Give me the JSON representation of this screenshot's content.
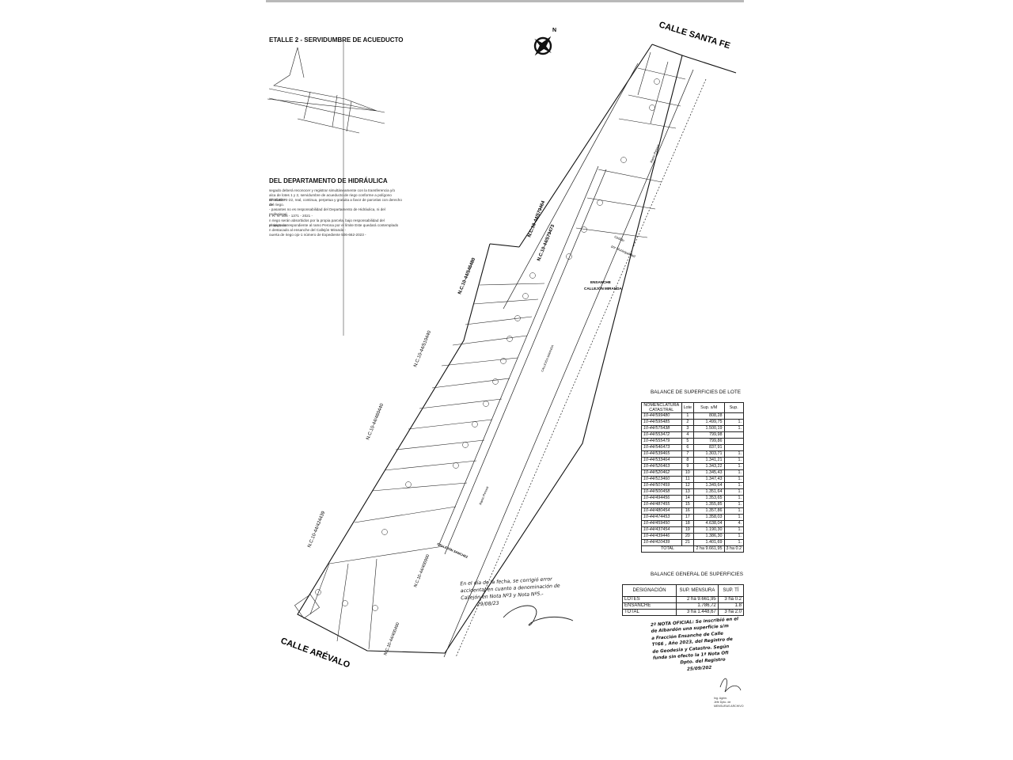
{
  "detail": {
    "title": "ETALLE 2 - SERVIDUMBRE DE ACUEDUCTO"
  },
  "hydraulics": {
    "title": "DEL DEPARTAMENTO DE HIDRÁULICA",
    "lines": [
      "segado deberá reconocer y registrar simultáneamente con la transferencia y/o",
      "alca de lotes 1 y 2, servidumbre de acueducto de riego conforme a polígono detallado",
      "Nº SUBSRI-22, real, continua, perpetua y gratuita a favor de parcelas con derecho de",
      "del riego.",
      "- pasantes no es responsabilidad del Departamento de Hidráulica, ni del profesional",
      "I. R. Nº 506 - 1371 - 2021 -",
      "n riego serán absorbidos por la propia parcela, bajo responsabilidad del propietario.",
      "el riego correspondiente al ramo Perona por el límite Este quedará contemplado",
      "n destacado al ensanche del Callejón Miranda -",
      "ouerta de riego ojo-1 número de Expediente 506-662-2023 -"
    ]
  },
  "streets": {
    "santa_fe": "CALLE SANTA FE",
    "arevalo": "CALLE ARÉVALO",
    "ensanche_1": "ENSANCHE",
    "ensanche_2": "CALLEJÓN MIRANDA",
    "callejon_miranda": "CALLEJÓN MIRANDA",
    "callejon_sanchez": "CALLEJÓN SANCHEZ",
    "ramo_perona": "Ramo Perona",
    "ramo_perona_2": "Ramo Perona",
    "cedido": "Cedido",
    "cedido_2": "por Municipalidad"
  },
  "parcels": {
    "nc_1": "N.C.10-44/579464",
    "nc_2": "N.C.10-44/579473",
    "nc_3": "N.C.10-44/546480",
    "nc_4": "N.C.10-44/510440",
    "nc_5": "N.C.10-44/460440",
    "nc_6": "N.C.10-44/424439",
    "nc_7": "N.C.10-44/400990",
    "nc_8": "N.C.10-44/400490"
  },
  "compass": {
    "label": "N"
  },
  "balance_lotes": {
    "title": "BALANCE DE SUPERFICIES DE LOTE",
    "headers": [
      "NOMENCLATURA CATASTRAL",
      "Lote",
      "Sup. s/M",
      "Sup."
    ],
    "rows": [
      [
        "10-44/599480",
        "1",
        "808,28",
        ""
      ],
      [
        "10-44/595485",
        "2",
        "1.499,75",
        "1."
      ],
      [
        "10-44/575438",
        "3",
        "1.500,19",
        "1."
      ],
      [
        "10-44/553472",
        "4",
        "799,98",
        ""
      ],
      [
        "10-44/555479",
        "5",
        "799,86",
        ""
      ],
      [
        "10-44/546473",
        "6",
        "837,91",
        ""
      ],
      [
        "10-44/539465",
        "7",
        "1.303,71",
        "1."
      ],
      [
        "10-44/533464",
        "8",
        "1.341,21",
        "1."
      ],
      [
        "10-44/526463",
        "9",
        "1.343,22",
        "1."
      ],
      [
        "10-44/520462",
        "10",
        "1.345,43",
        "1."
      ],
      [
        "10-44/513460",
        "11",
        "1.347,43",
        "1."
      ],
      [
        "10-44/507459",
        "12",
        "1.349,64",
        "1."
      ],
      [
        "10-44/500458",
        "13",
        "1.351,64",
        "1."
      ],
      [
        "10-44/494456",
        "14",
        "1.353,65",
        "1."
      ],
      [
        "10-44/487455",
        "15",
        "1.355,85",
        "1."
      ],
      [
        "10-44/480454",
        "16",
        "1.357,86",
        "1."
      ],
      [
        "10-44/474453",
        "17",
        "1.358,03",
        "1."
      ],
      [
        "10-44/459450",
        "18",
        "4.638,04",
        "4."
      ],
      [
        "10-44/437454",
        "19",
        "1.190,30",
        "1."
      ],
      [
        "10-44/439446",
        "20",
        "1.386,30",
        "1."
      ],
      [
        "10-44/410439",
        "21",
        "1.401,69",
        "1."
      ]
    ],
    "total": [
      "TOTAL",
      "2 ha 9.661,95",
      "3 ha 0.2"
    ]
  },
  "balance_general": {
    "title": "BALANCE GENERAL DE SUPERFICIES",
    "headers": [
      "DESIGNACIÓN",
      "SUP. MENSURA",
      "SUP. TÍ"
    ],
    "rows": [
      [
        "LOTES",
        "2 ha 9.661,95",
        "3 ha 0.2"
      ],
      [
        "ENSANCHE",
        "1.786,72",
        "1.8"
      ],
      [
        "TOTAL",
        "3 ha 1.448,67",
        "3 ha 2.0"
      ]
    ]
  },
  "handwritten_note": {
    "lines": [
      "En el día de la fecha, se corrigió error",
      "accidental en cuanto a denominación de",
      "Callejón en Nota Nº3 y Nota Nº5.-"
    ],
    "date": "29/08/23"
  },
  "official_note": {
    "lines": [
      "2ª NOTA OFICIAL: Se inscribió en el",
      "de Albardón una superficie s/m",
      "a Fracción Ensanche de Calle",
      "Tº66 , Año 2023, del Registro de",
      "de Geodesia y Catastro. Según",
      "funda sin efecto la 1ª Nota Ofi",
      "Dpto. del Registro",
      "25/09/202"
    ]
  },
  "signature_block": {
    "lines": [
      "Ing. Agrim.",
      "Jefe Dpto. de",
      "MENSURAS ARCHIVO"
    ]
  }
}
